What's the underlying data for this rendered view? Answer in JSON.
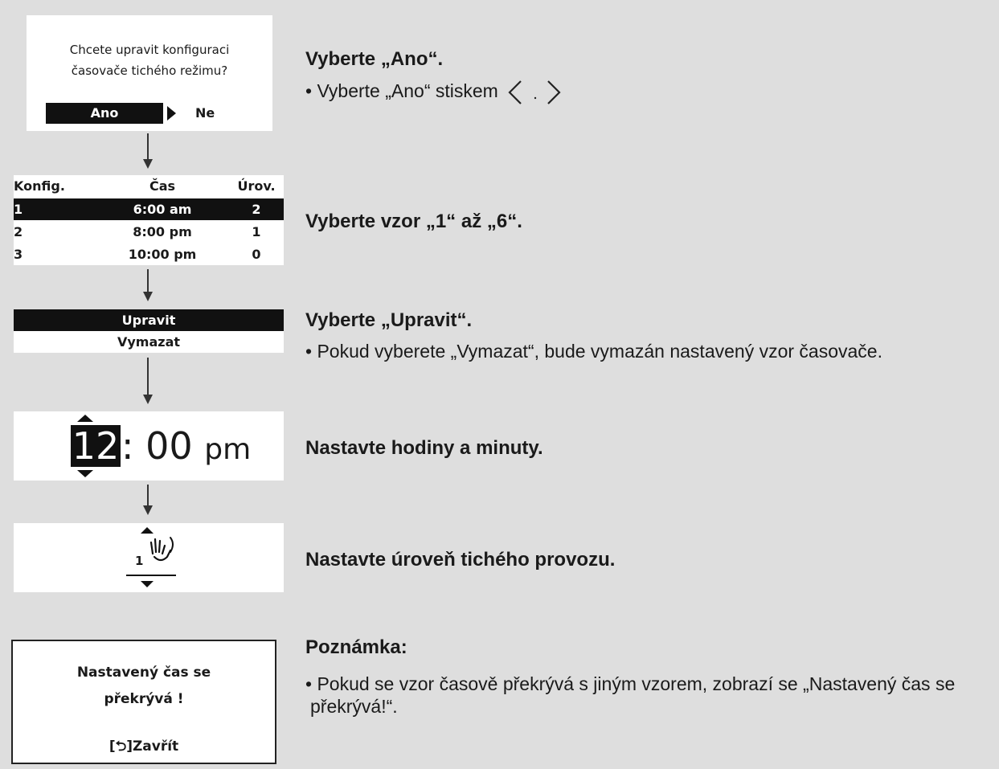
{
  "step1": {
    "dialog_question_line1": "Chcete upravit konfiguraci",
    "dialog_question_line2": "časovače tichého režimu?",
    "yes_label": "Ano",
    "no_label": "Ne",
    "heading": "Vyberte „Ano“.",
    "bullet_prefix": "• Vyberte „Ano“ stiskem"
  },
  "step2": {
    "columns": [
      "Konfig.",
      "Čas",
      "Úrov."
    ],
    "rows": [
      {
        "config": "1",
        "time": "6:00 am",
        "level": "2",
        "selected": true
      },
      {
        "config": "2",
        "time": "8:00 pm",
        "level": "1",
        "selected": false
      },
      {
        "config": "3",
        "time": "10:00 pm",
        "level": "0",
        "selected": false
      }
    ],
    "heading": "Vyberte vzor „1“ až „6“."
  },
  "step3": {
    "menu_items": [
      "Upravit",
      "Vymazat"
    ],
    "heading": "Vyberte „Upravit“.",
    "bullet": "• Pokud vyberete „Vymazat“, bude vymazán nastavený vzor časovače."
  },
  "step4": {
    "hour": "12",
    "separator": ":",
    "minutes": "00",
    "ampm": "pm",
    "heading": "Nastavte hodiny a minuty."
  },
  "step5": {
    "level_value": "1",
    "heading": "Nastavte úroveň tichého provozu."
  },
  "note": {
    "box_line1": "Nastavený čas se",
    "box_line2": "překrývá !",
    "close_label": "[⮌]Zavřít",
    "heading": "Poznámka:",
    "bullet_line1": "• Pokud se vzor časově překrývá s jiným vzorem, zobrazí se „Nastavený čas se",
    "bullet_line2": "překrývá!“."
  },
  "colors": {
    "background": "#dedede",
    "panel": "#ffffff",
    "highlight": "#111111"
  }
}
